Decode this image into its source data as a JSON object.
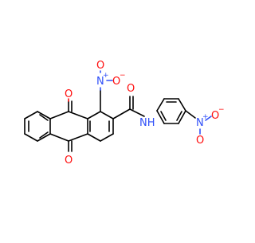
{
  "molecule": {
    "colors": {
      "carbon_bond": "#000000",
      "oxygen": "#ff0d0d",
      "nitrogen": "#3050f8"
    },
    "atoms": {
      "ketone_o_top": "O",
      "ketone_o_bottom": "O",
      "nitro1_n": "N",
      "nitro1_n_charge": "+",
      "nitro1_o_minus": "O",
      "nitro1_o_minus_charge": "−",
      "nitro1_o_double": "O",
      "amide_o": "O",
      "amide_nh": "NH",
      "nitro2_n": "N",
      "nitro2_n_charge": "+",
      "nitro2_o_minus": "O",
      "nitro2_o_minus_charge": "−",
      "nitro2_o_double": "O"
    }
  }
}
